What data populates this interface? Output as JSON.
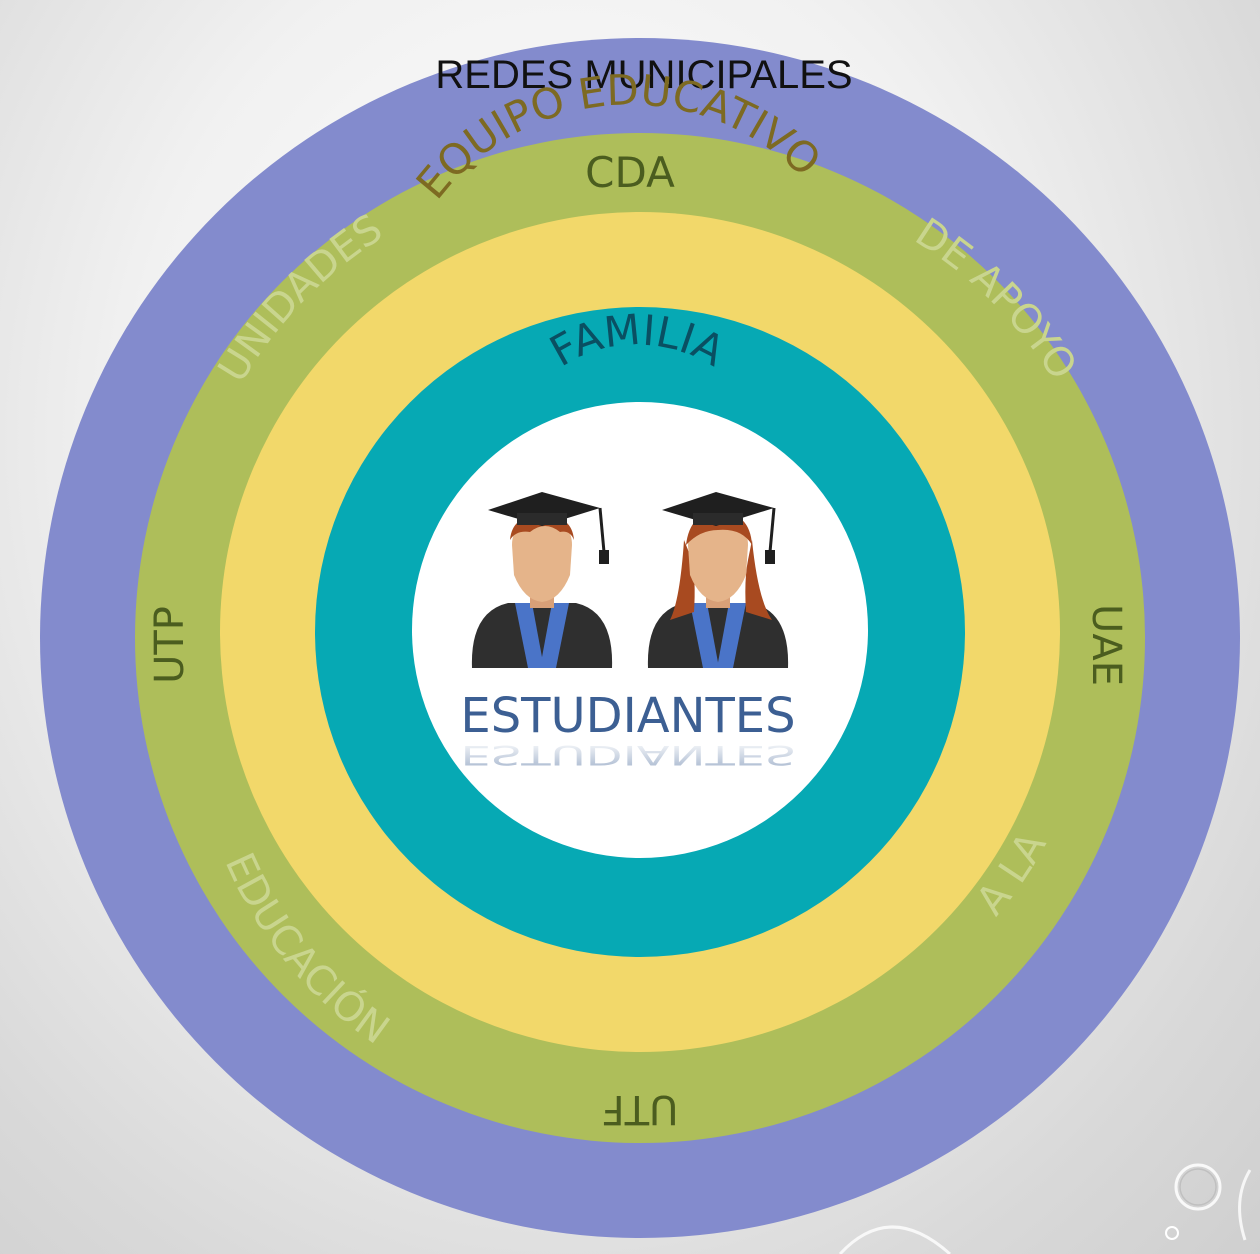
{
  "diagram": {
    "rings": {
      "outer": {
        "label": "REDES MUNICIPALES",
        "color": "#838bcd",
        "text_color": "#111111"
      },
      "support": {
        "color": "#aebe5a",
        "top_label": "CDA",
        "arc_left": "UNIDADES",
        "arc_right": "DE APOYO",
        "left_label": "UTP",
        "right_label": "UAE",
        "bottom_left_label": "EDUCACIÓN",
        "bottom_right_label": "A LA",
        "bottom_label": "UTF",
        "label_color": "#4b5d1f",
        "faint_color": "#c9d58e"
      },
      "team": {
        "label": "EQUIPO EDUCATIVO",
        "color": "#f2d86a",
        "text_color": "#7d6a22"
      },
      "family": {
        "label": "FAMILIA",
        "color": "#06a9b4",
        "text_color": "#0a4f62"
      }
    },
    "center": {
      "label": "ESTUDIANTES",
      "text_color": "#3c5f93",
      "icons": [
        "male-graduate-icon",
        "female-graduate-icon"
      ]
    }
  }
}
